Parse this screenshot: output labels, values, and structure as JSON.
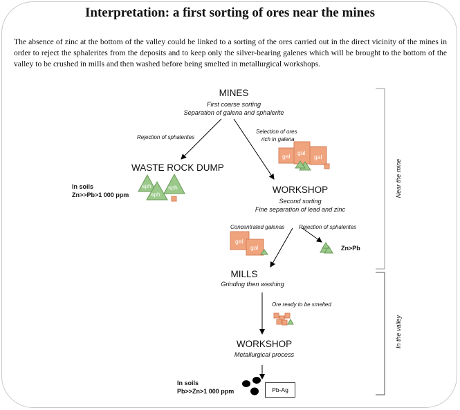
{
  "title": "Interpretation: a first sorting of ores near the mines",
  "intro": "The absence of zinc at the bottom of the valley could be linked to a sorting of the ores carried out in the direct vicinity of the mines in order to reject the sphalerites from the deposits and to keep only the silver-bearing galenes which will be brought to the bottom of the valley to be crushed in mills and then washed before being smelted in metallurgical workshops.",
  "mines": {
    "title": "MINES",
    "line1": "First coarse sorting",
    "line2": "Separation of galena and sphalerite"
  },
  "rejection_left": "Rejection of sphalerites",
  "selection": {
    "line1": "Selection of ores",
    "line2": "rich in galena"
  },
  "waste": {
    "title": "WASTE ROCK DUMP",
    "soil_label": "In soils",
    "soil_value": "Zn>>Pb>1 000 ppm"
  },
  "workshop1": {
    "title": "WORKSHOP",
    "line1": "Second sorting",
    "line2": "Fine separation of lead and zinc"
  },
  "concentrated": "Concentrated galenas",
  "rejection_right": "Rejection of sphalerites",
  "zn_pb": "Zn>Pb",
  "mills": {
    "title": "MILLS",
    "line1": "Grinding then washing"
  },
  "ore_ready": "Ore ready to be smelted",
  "workshop2": {
    "title": "WORKSHOP",
    "line1": "Metallurgical process"
  },
  "bottom_soil": {
    "label": "In soils",
    "value": "Pb>>Zn>1 000 ppm"
  },
  "pb_ag": "Pb-Ag",
  "side_near": "Near the mine",
  "side_valley": "In the valley",
  "labels": {
    "gal": "gal",
    "sph": "sph"
  },
  "colors": {
    "galena": "#f0a47e",
    "galena_stroke": "#d4805a",
    "sphalerite": "#9bc98a",
    "sphalerite_stroke": "#6a9a5a",
    "border": "#c8c8c8"
  }
}
